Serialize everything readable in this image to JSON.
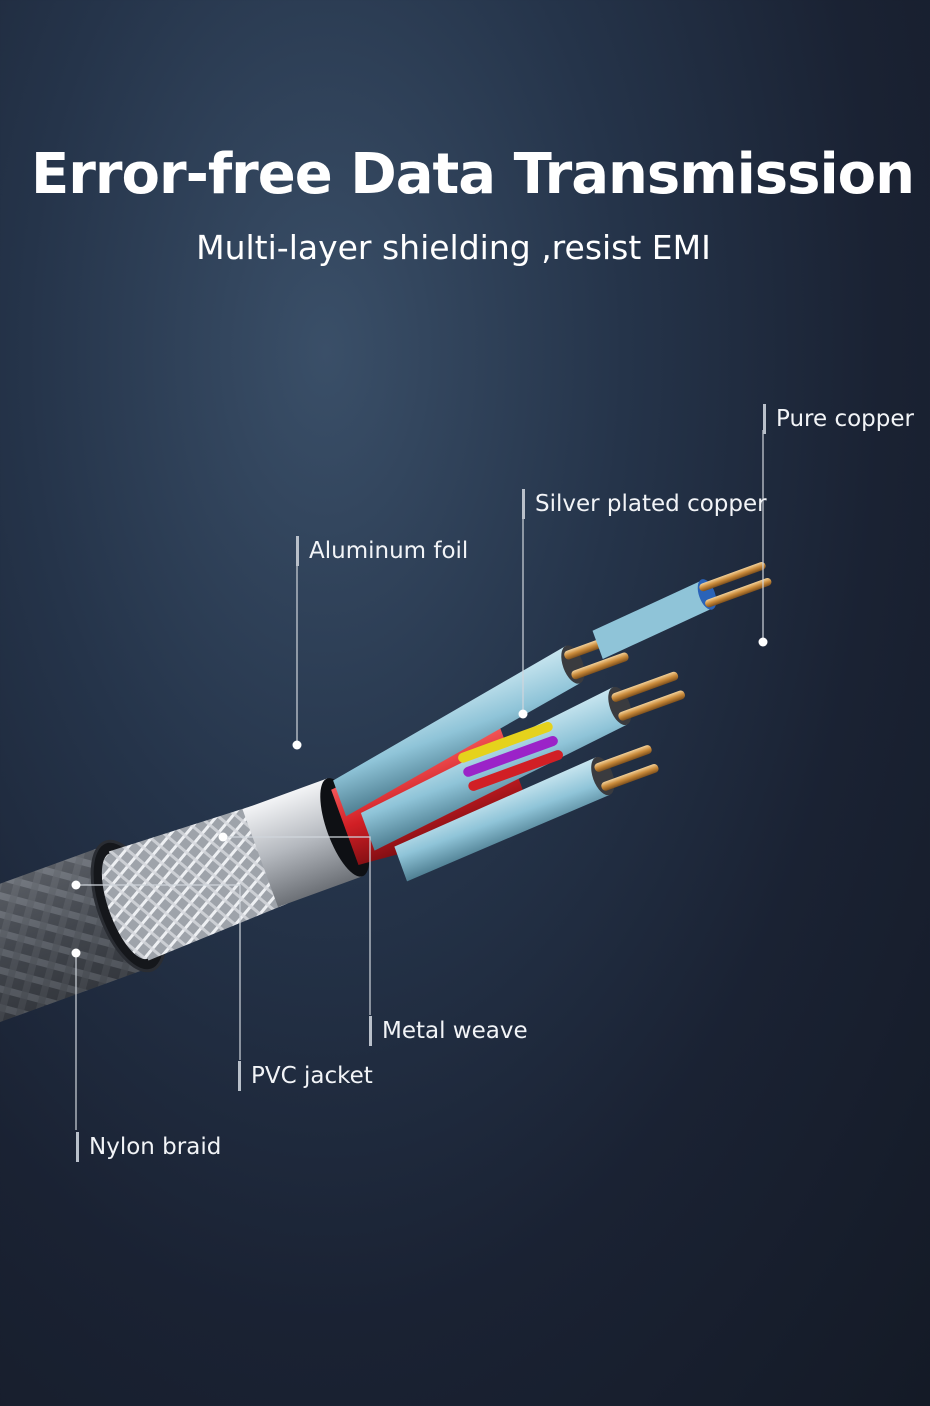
{
  "header": {
    "title": "Error-free Data Transmission",
    "subtitle": "Multi-layer shielding ,resist EMI"
  },
  "labels": {
    "pure_copper": "Pure copper",
    "silver_plated_copper": "Silver plated copper",
    "aluminum_foil": "Aluminum foil",
    "metal_weave": "Metal weave",
    "pvc_jacket": "PVC jacket",
    "nylon_braid": "Nylon braid"
  },
  "colors": {
    "background": "#1a2233",
    "leader_line": "#d0d5dc",
    "copper": "#c98a3a",
    "foil": "#c9ccd1",
    "pair_shield": "#8fc4d8"
  }
}
